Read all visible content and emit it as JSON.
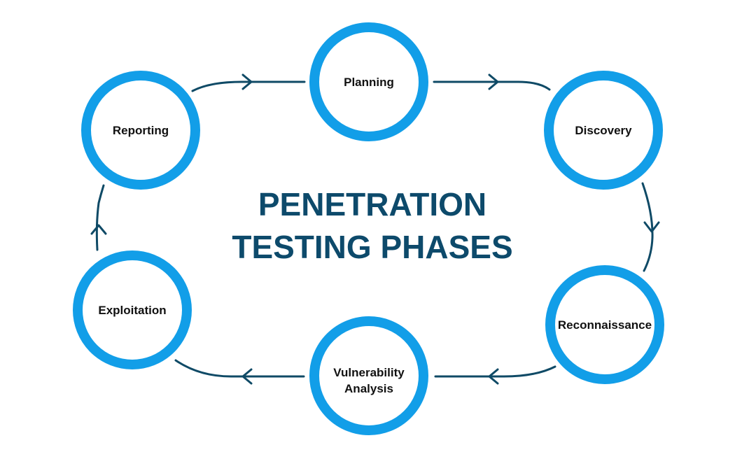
{
  "title": {
    "line1": "PENETRATION",
    "line2": "TESTING PHASES"
  },
  "phases": [
    {
      "label": "Planning"
    },
    {
      "label": "Discovery"
    },
    {
      "label": "Reconnaissance"
    },
    {
      "label": "Vulnerability",
      "label2": "Analysis"
    },
    {
      "label": "Exploitation"
    },
    {
      "label": "Reporting"
    }
  ],
  "colors": {
    "ring": "#129ee8",
    "connector": "#0f4a66",
    "title": "#0d4a6b",
    "label": "#111111",
    "background": "#ffffff"
  }
}
